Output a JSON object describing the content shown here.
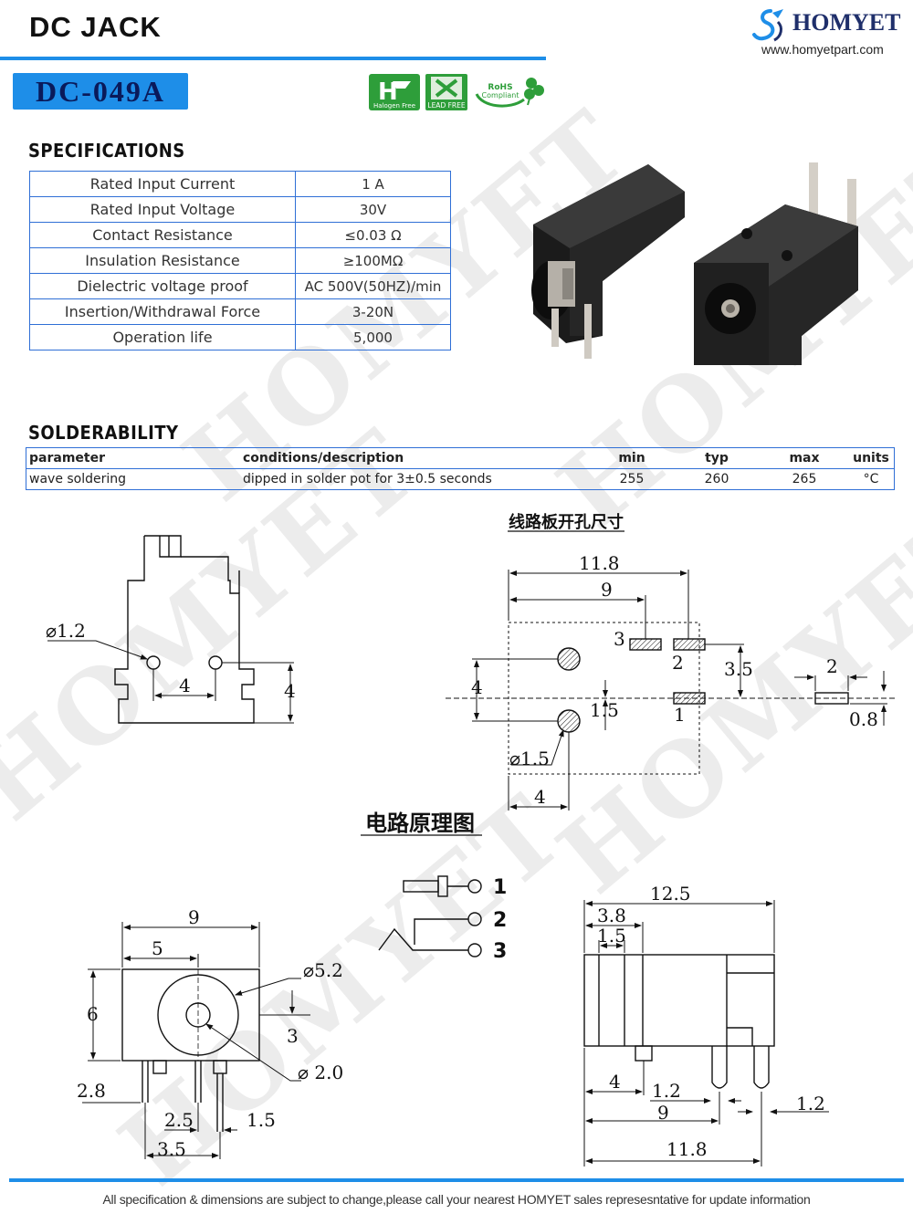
{
  "header": {
    "title": "DC  JACK",
    "brand_name": "HOMYET",
    "brand_url": "www.homyetpart.com",
    "model": "DC-049A",
    "accent_color": "#1e8ee8"
  },
  "certifications": {
    "halogen_free": "Halogen Free",
    "lead_free": "LEAD FREE",
    "rohs_line1": "RoHS",
    "rohs_line2": "Compliant"
  },
  "watermark": "HOMYET",
  "specifications": {
    "heading": "SPECIFICATIONS",
    "rows": [
      {
        "label": "Rated Input Current",
        "value": "1 A"
      },
      {
        "label": "Rated Input Voltage",
        "value": "30V"
      },
      {
        "label": "Contact Resistance",
        "value": "≤0.03 Ω"
      },
      {
        "label": "Insulation Resistance",
        "value": "≥100MΩ"
      },
      {
        "label": "Dielectric voltage proof",
        "value": "AC 500V(50HZ)/min"
      },
      {
        "label": "Insertion/Withdrawal Force",
        "value": "3-20N"
      },
      {
        "label": "Operation life",
        "value": "5,000"
      }
    ]
  },
  "solderability": {
    "heading": "SOLDERABILITY",
    "columns": [
      "parameter",
      "conditions/description",
      "min",
      "typ",
      "max",
      "units"
    ],
    "rows": [
      [
        "wave soldering",
        "dipped in solder pot for  3±0.5 seconds",
        "255",
        "260",
        "265",
        "°C"
      ]
    ]
  },
  "drawings": {
    "pcb_title": "线路板开孔尺寸",
    "schematic_title": "电路原理图",
    "side_view": {
      "hole": "⌀1.2",
      "pitch": "4",
      "height": "4"
    },
    "pcb_layout": {
      "width": "11.8",
      "offset": "9",
      "pin3": "3",
      "pin2": "2",
      "pin1": "1",
      "pin_gap": "3.5",
      "hole_gap": "4",
      "center": "1.5",
      "hole": "⌀1.5",
      "hole_x": "4",
      "pad_w": "2",
      "pad_h": "0.8"
    },
    "schematic": {
      "pin1": "1",
      "pin2": "2",
      "pin3": "3"
    },
    "front_view": {
      "width": "9",
      "center_x": "5",
      "height": "6",
      "outer_d": "⌀5.2",
      "center_h": "3",
      "inner_d": "⌀ 2.0",
      "leg": "2.8",
      "pin_a": "2.5",
      "pin_b": "1.5",
      "pin_c": "3.5"
    },
    "top_view": {
      "length": "12.5",
      "a": "3.8",
      "b": "1.5",
      "c": "4",
      "d": "1.2",
      "e": "9",
      "f": "1.2",
      "g": "11.8"
    }
  },
  "footer": {
    "note": "All specification & dimensions are subject to change,please call your nearest HOMYET sales represesntative for update information"
  }
}
